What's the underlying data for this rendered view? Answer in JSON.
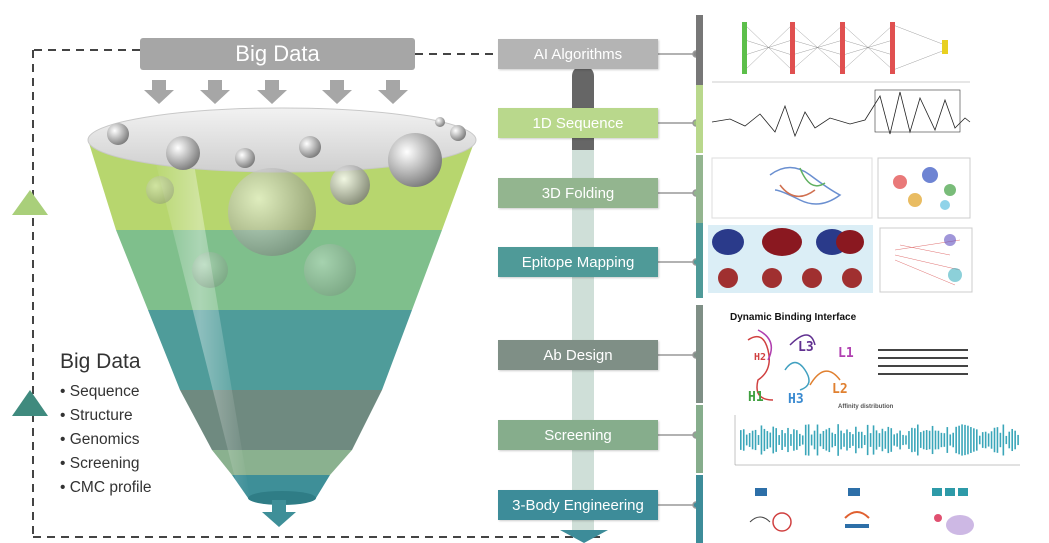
{
  "top_bar": {
    "label": "Big Data"
  },
  "steps": [
    {
      "label": "AI Algorithms",
      "color": "#b4b4b4"
    },
    {
      "label": "1D Sequence",
      "color": "#b9d88c"
    },
    {
      "label": "3D Folding",
      "color": "#93b58f"
    },
    {
      "label": "Epitope Mapping",
      "color": "#4f9a98"
    },
    {
      "label": "Ab Design",
      "color": "#7f8f86"
    },
    {
      "label": "Screening",
      "color": "#86ad8c"
    },
    {
      "label": "3-Body Engineering",
      "color": "#3d8c99"
    }
  ],
  "big_data_list": {
    "title": "Big Data",
    "items": [
      "Sequence",
      "Structure",
      "Genomics",
      "Screening",
      "CMC profile"
    ]
  },
  "binding": {
    "title": "Dynamic Binding Interface",
    "loops": [
      "L3",
      "L1",
      "L2",
      "H1",
      "H2",
      "H3"
    ]
  },
  "affinity": {
    "title": "Affinity distribution"
  }
}
